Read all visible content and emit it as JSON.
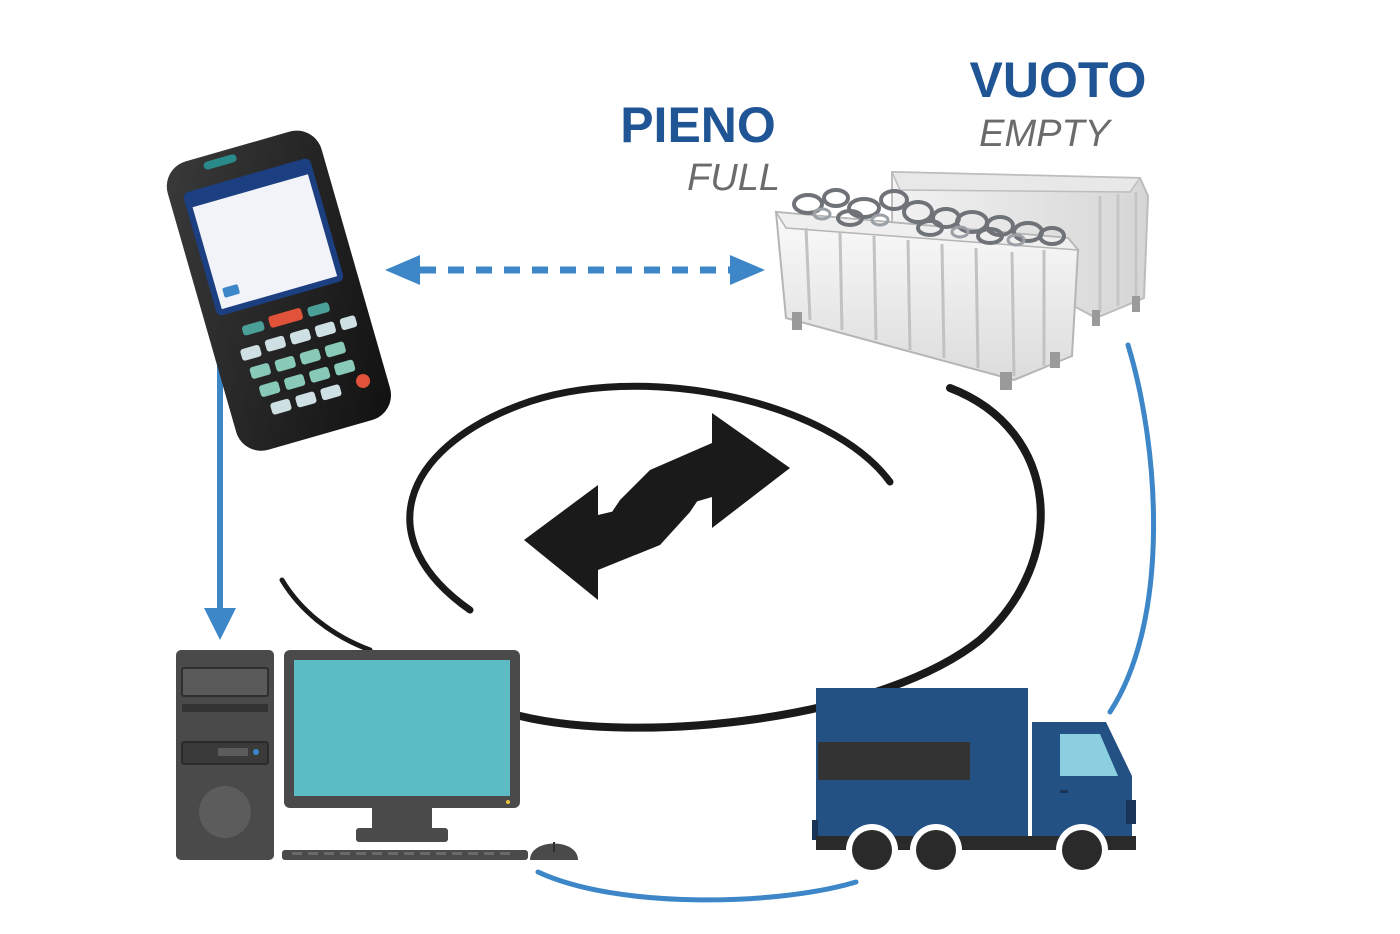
{
  "labels": {
    "full": {
      "main": "PIENO",
      "sub": "FULL"
    },
    "empty": {
      "main": "VUOTO",
      "sub": "EMPTY"
    }
  },
  "colors": {
    "brand_blue": "#1f5595",
    "connector_blue": "#3d86c8",
    "ring_black": "#1a1a1a",
    "truck_blue": "#245184",
    "monitor_screen": "#5bbcc5",
    "tower_gray": "#4a4a4a",
    "subtitle_gray": "#6b6b6b"
  },
  "icons": [
    "handheld-terminal-icon",
    "skip-containers-icon",
    "desktop-computer-icon",
    "truck-icon",
    "exchange-arrows-icon"
  ]
}
